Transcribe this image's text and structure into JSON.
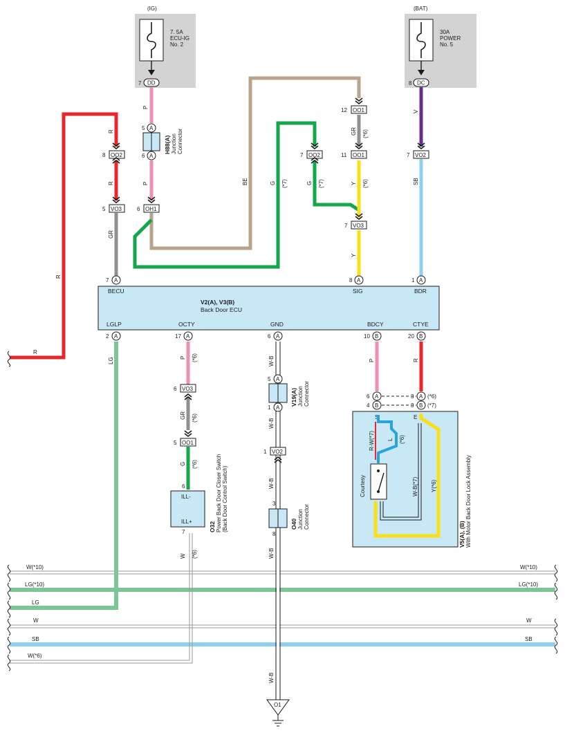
{
  "fuses": {
    "ig": {
      "group": "(IG)",
      "line1": "7. 5A",
      "line2": "ECU-IG",
      "line3": "No. 2",
      "pin": "7",
      "connector": "DD"
    },
    "bat": {
      "group": "(BAT)",
      "line1": "30A",
      "line2": "POWER",
      "line3": "No. 5",
      "pin": "8",
      "connector": "DC"
    }
  },
  "ecu": {
    "title": "V2(A), V3(B)",
    "subtitle": "Back Door ECU",
    "terminals": {
      "becu": {
        "name": "BECU",
        "pin": "7",
        "conn": "A"
      },
      "sig": {
        "name": "SIG",
        "pin": "8",
        "conn": "A"
      },
      "bdr": {
        "name": "BDR",
        "pin": "1",
        "conn": "A"
      },
      "lglp": {
        "name": "LGLP",
        "pin": "2",
        "conn": "A"
      },
      "octy": {
        "name": "OCTY",
        "pin": "17",
        "conn": "A"
      },
      "gnd": {
        "name": "GND",
        "pin": "6",
        "conn": "A"
      },
      "bdcy": {
        "name": "BDCY",
        "pin": "10",
        "conn": "B"
      },
      "ctye": {
        "name": "CTYE",
        "pin": "20",
        "conn": "B"
      }
    }
  },
  "junctions": {
    "h88": {
      "title": "H88(A)",
      "line1": "Junction",
      "line2": "Connector",
      "pin_top": "5",
      "pin_bottom": "6",
      "conn": "A"
    },
    "v19": {
      "title": "V19(A)",
      "line1": "Junction",
      "line2": "Connector",
      "pin_top": "5",
      "pin_bottom": "1",
      "conn": "A"
    },
    "o40": {
      "title": "O40",
      "line1": "Junction",
      "line2": "Connector",
      "pin_top": "3",
      "pin_bottom": "8"
    }
  },
  "connectors": {
    "oo2_left": {
      "pin": "8",
      "label": "OO2"
    },
    "vo3_left": {
      "pin": "5",
      "label": "VO3"
    },
    "oh1": {
      "pin": "6",
      "label": "OH1"
    },
    "oo1_top": {
      "pin": "12",
      "label": "OO1"
    },
    "oo2_mid": {
      "pin": "7",
      "label": "OO2"
    },
    "oo1_mid": {
      "pin": "11",
      "label": "OO1"
    },
    "vo3_right": {
      "pin": "7",
      "label": "VO3"
    },
    "vo2_top": {
      "pin": "7",
      "label": "VO2"
    },
    "vo3_octy": {
      "pin": "6",
      "label": "VO3"
    },
    "oo1_octy": {
      "pin": "5",
      "label": "OO1"
    },
    "vo2_gnd": {
      "pin": "1",
      "label": "VO2"
    }
  },
  "wires": {
    "p": "P",
    "r": "R",
    "gr": "GR",
    "be": "BE",
    "g": "G",
    "y": "Y",
    "v": "V",
    "sb": "SB",
    "lg": "LG",
    "wb": "W-B",
    "w": "W",
    "l": "L",
    "rw": "R-W(*7)",
    "wb7": "W-B(*7)",
    "y6": "Y(*6)"
  },
  "notes": {
    "n6": "(*6)",
    "n7": "(*7)"
  },
  "switch32": {
    "title": "O32",
    "line1": "Power Back Door Closer Switch",
    "line2": "(Back Door Control Switch)",
    "pin_top": "6",
    "pin_bottom": "7",
    "term_top": "ILL-",
    "term_bottom": "ILL+"
  },
  "lock": {
    "title": "V5(A), (B)",
    "subtitle": "With Motor Back Door Lock Assembly",
    "pin_a": "6",
    "conn_a": "A",
    "pin_b": "4",
    "conn_b": "B",
    "pin_a2": "3",
    "conn_a2": "A",
    "pin_b2": "3",
    "conn_b2": "B",
    "term_s": "S",
    "term_e": "E",
    "switch_label": "Courtesy"
  },
  "buses": {
    "w10": "W(*10)",
    "lg10": "LG(*10)",
    "lg": "LG",
    "w": "W",
    "sb": "SB",
    "w6": "W(*6)"
  },
  "ground": {
    "label": "O1"
  },
  "colors": {
    "red": "#e8262c",
    "pink": "#ee8fb8",
    "gray": "#909090",
    "tan": "#b8a48c",
    "green": "#14a64a",
    "yellow": "#f7e01a",
    "purple": "#6a2c91",
    "skyblue": "#8fd0f0",
    "lightgreen": "#7cc596",
    "blue": "#27a3e0",
    "ecu_fill": "#c9e8f6",
    "fuse_box": "#d3d3d3"
  }
}
